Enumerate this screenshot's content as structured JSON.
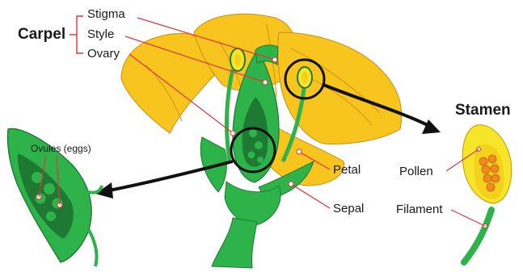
{
  "carpel": {
    "heading": "Carpel",
    "parts": [
      "Stigma",
      "Style",
      "Ovary"
    ]
  },
  "flower_labels": {
    "petal": "Petal",
    "sepal": "Sepal"
  },
  "ovary_detail": {
    "ovules": "Ovules (eggs)"
  },
  "stamen": {
    "heading": "Stamen",
    "pollen": "Pollen",
    "filament": "Filament"
  },
  "colors": {
    "petal_yellow": "#F7C51E",
    "petal_shade": "#E4A51A",
    "green": "#2DB34A",
    "dark_green": "#1E7A33",
    "pointer_line": "#E2343C",
    "outline_black": "#111111",
    "pollen_orange": "#F08A1C"
  }
}
